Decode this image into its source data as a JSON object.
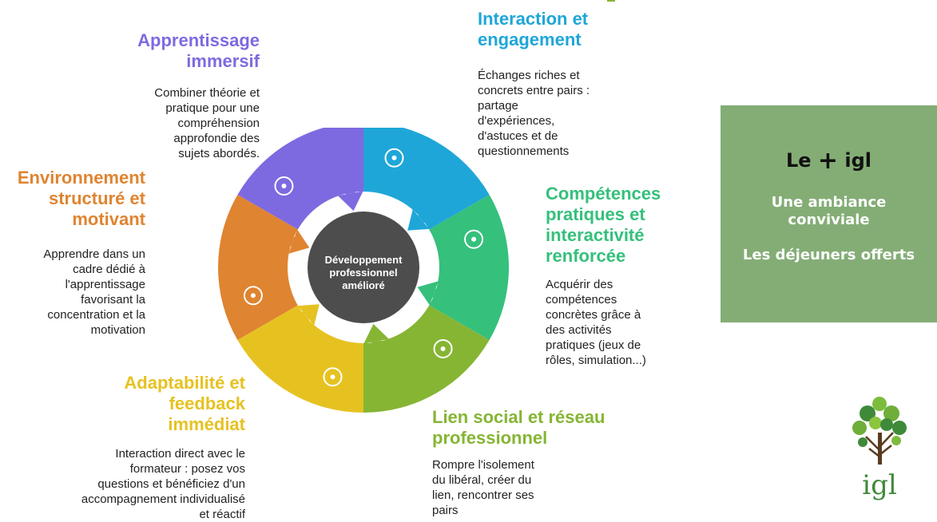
{
  "diagram": {
    "center": [
      "Développement",
      "professionnel",
      "amélioré"
    ],
    "sections": [
      {
        "id": "apprentissage",
        "title": [
          "Apprentissage",
          "immersif"
        ],
        "desc": [
          "Combiner théorie et",
          "pratique pour une",
          "compréhension",
          "approfondie des",
          "sujets abordés."
        ],
        "color": "#7e6ae0",
        "icon": "graduate-icon"
      },
      {
        "id": "interaction",
        "title": [
          "Interaction et",
          "engagement"
        ],
        "desc": [
          "Échanges riches et",
          "concrets entre pairs :",
          "partage",
          "d'expériences,",
          "d'astuces et de",
          "questionnements"
        ],
        "color": "#1fa6d8",
        "icon": "group-celebration-icon"
      },
      {
        "id": "competences",
        "title": [
          "Compétences",
          "pratiques et",
          "interactivité",
          "renforcée"
        ],
        "desc": [
          "Acquérir des",
          "compétences",
          "concrètes grâce à",
          "des activités",
          "pratiques (jeux de",
          "rôles, simulation...)"
        ],
        "color": "#35c07c",
        "icon": "blocks-hand-icon"
      },
      {
        "id": "lien",
        "title": [
          "Lien social et réseau",
          "professionnel"
        ],
        "desc": [
          "Rompre l'isolement",
          "du libéral, créer du",
          "lien, rencontrer ses",
          "pairs"
        ],
        "color": "#86b534",
        "icon": "handshake-icon"
      },
      {
        "id": "adaptabilite",
        "title": [
          "Adaptabilité et",
          "feedback",
          "immédiat"
        ],
        "desc": [
          "Interaction direct avec le",
          "formateur : posez vos",
          "questions et bénéficiez d'un",
          "accompagnement individualisé",
          "et réactif"
        ],
        "color": "#e6c221",
        "icon": "feedback-face-icon"
      },
      {
        "id": "environnement",
        "title": [
          "Environnement",
          "structuré et",
          "motivant"
        ],
        "desc": [
          "Apprendre dans un",
          "cadre dédié à",
          "l'apprentissage",
          "favorisant la",
          "concentration et la",
          "motivation"
        ],
        "color": "#df8430",
        "icon": "structure-icon"
      }
    ]
  },
  "promo": {
    "heading_prefix": "Le",
    "heading_plus": "+",
    "heading_suffix": "igl",
    "line1": "Une ambiance",
    "line2": "conviviale",
    "line3": "Les déjeuners offerts"
  },
  "logo": {
    "text": "igl"
  },
  "colors": {
    "center": "#4d4d4d",
    "promo_bg": "#84ad76",
    "logo": "#3f8a3a"
  }
}
